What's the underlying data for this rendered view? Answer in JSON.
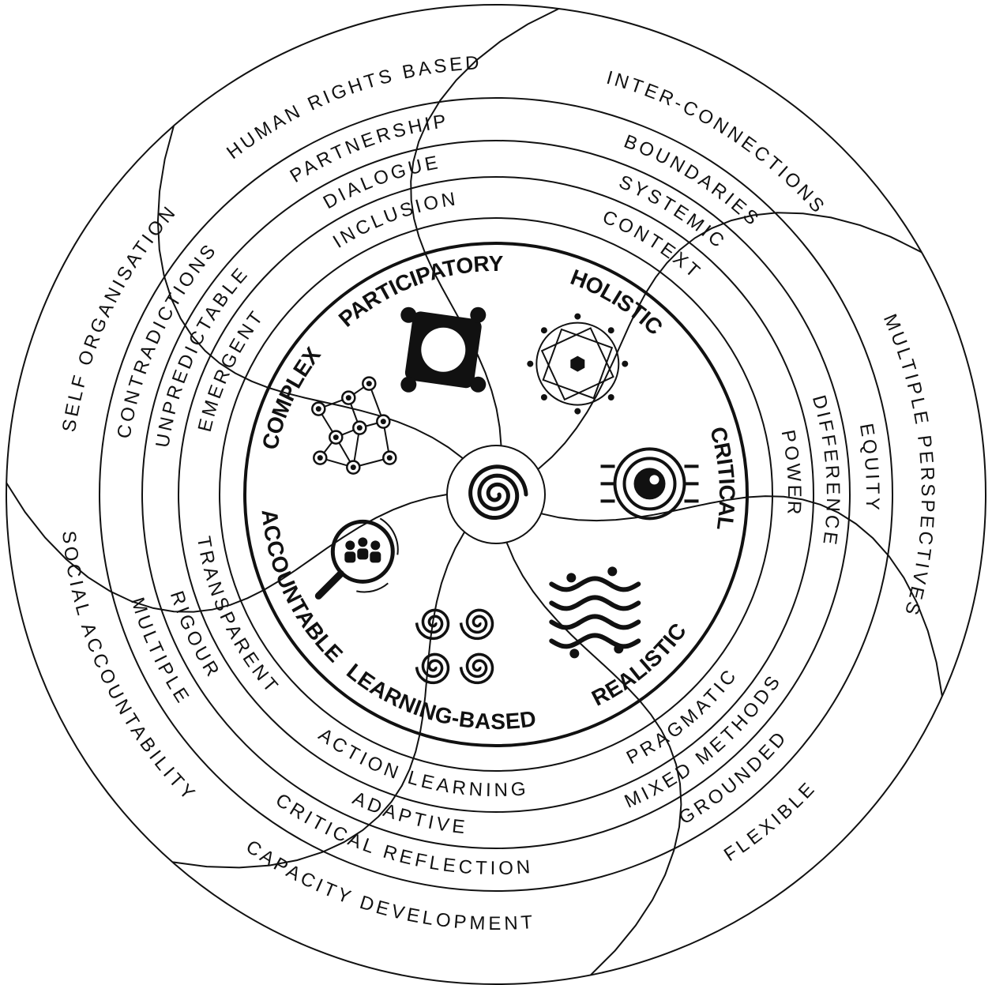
{
  "principles": [
    {
      "id": "participatory",
      "label": "PARTICIPATORY",
      "icon": "people-circle-icon",
      "rings": [
        "INCLUSION",
        "DIALOGUE",
        "PARTNERSHIP",
        "HUMAN RIGHTS BASED"
      ]
    },
    {
      "id": "holistic",
      "label": "HOLISTIC",
      "icon": "sacred-geometry-icon",
      "rings": [
        "CONTEXT",
        "SYSTEMIC",
        "BOUNDARIES",
        "INTER-CONNECTIONS"
      ]
    },
    {
      "id": "critical",
      "label": "CRITICAL",
      "icon": "eye-icon",
      "rings": [
        "POWER",
        "DIFFERENCE",
        "EQUITY",
        "MULTIPLE PERSPECTIVES"
      ]
    },
    {
      "id": "realistic",
      "label": "REALISTIC",
      "icon": "waves-icon",
      "rings": [
        "PRAGMATIC",
        "MIXED METHODS",
        "GROUNDED",
        "FLEXIBLE"
      ]
    },
    {
      "id": "learning-based",
      "label": "LEARNING-BASED",
      "icon": "double-spiral-icon",
      "rings": [
        "ACTION LEARNING",
        "ADAPTIVE",
        "CRITICAL REFLECTION",
        "CAPACITY DEVELOPMENT"
      ]
    },
    {
      "id": "accountable",
      "label": "ACCOUNTABLE",
      "icon": "magnifier-group-icon",
      "rings": [
        "TRANSPARENT",
        "RIGOUR",
        "MULTIPLE",
        "SOCIAL ACCOUNTABILITY"
      ]
    },
    {
      "id": "complex",
      "label": "COMPLEX",
      "icon": "network-icon",
      "rings": [
        "EMERGENT",
        "UNPREDICTABLE",
        "CONTRADICTIONS",
        "SELF ORGANISATION"
      ]
    }
  ],
  "center": {
    "icon": "spiral-icon"
  }
}
